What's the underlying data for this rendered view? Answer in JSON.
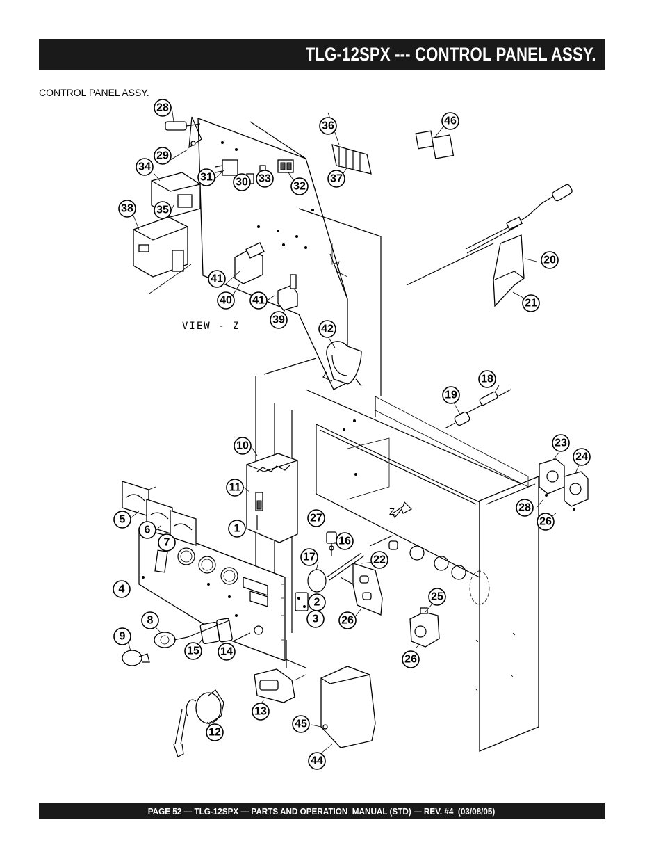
{
  "header": {
    "title": "TLG-12SPX --- CONTROL PANEL ASSY."
  },
  "section": {
    "caption": "CONTROL PANEL ASSY."
  },
  "diagram": {
    "view_label": "VIEW - Z",
    "z_marker": "Z",
    "callouts": [
      "28",
      "29",
      "34",
      "31",
      "30",
      "33",
      "32",
      "36",
      "37",
      "46",
      "38",
      "35",
      "20",
      "21",
      "41",
      "40",
      "41",
      "39",
      "42",
      "18",
      "19",
      "10",
      "11",
      "23",
      "24",
      "28",
      "26",
      "5",
      "6",
      "27",
      "7",
      "1",
      "16",
      "17",
      "22",
      "4",
      "2",
      "3",
      "26",
      "25",
      "8",
      "9",
      "15",
      "14",
      "26",
      "13",
      "45",
      "12",
      "44"
    ]
  },
  "footer": {
    "text": "PAGE 52 — TLG-12SPX — PARTS AND OPERATION  MANUAL (STD) — REV. #4  (03/08/05)"
  }
}
